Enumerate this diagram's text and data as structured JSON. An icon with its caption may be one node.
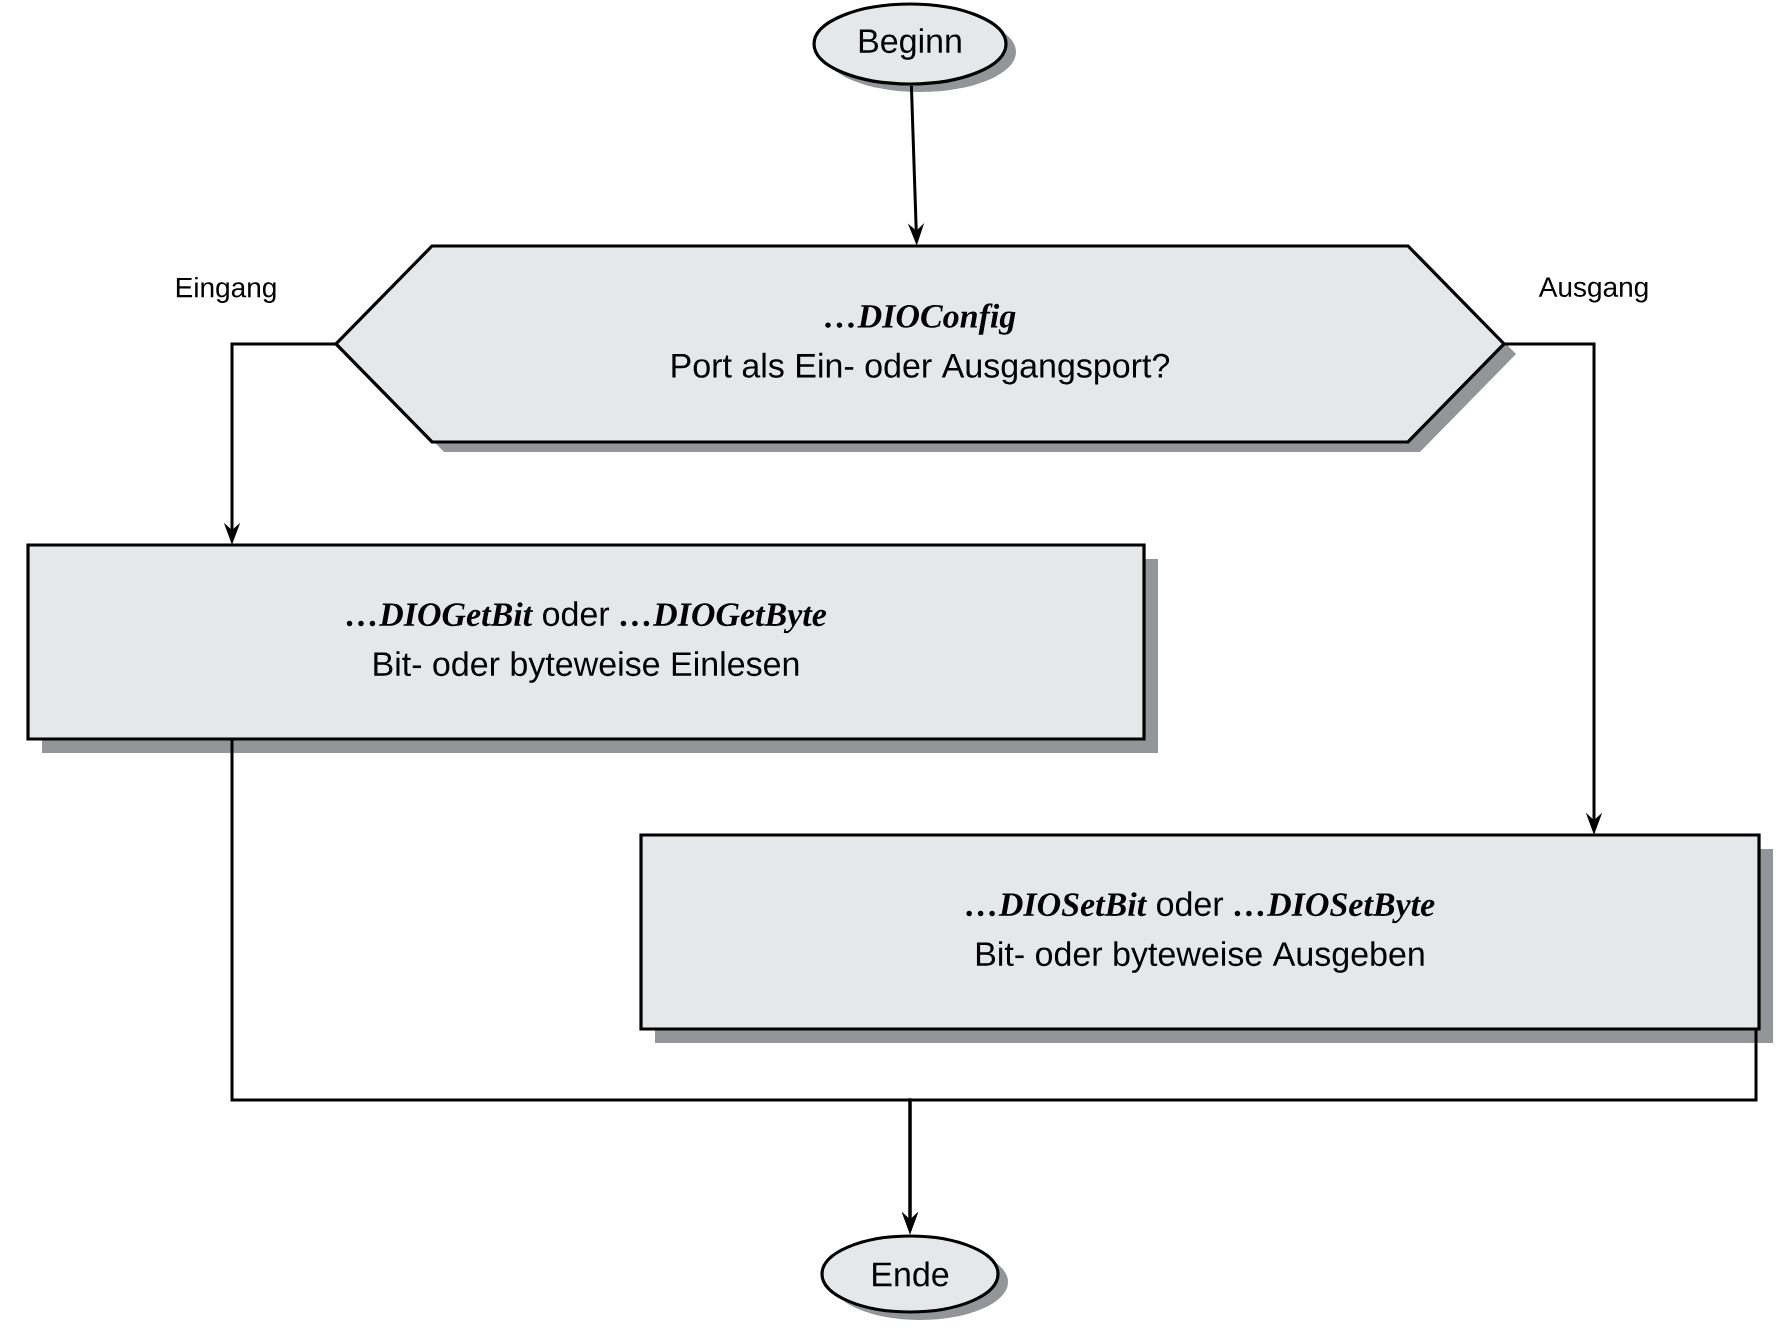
{
  "diagram": {
    "nodes": [
      {
        "text": [
          "Beginn"
        ]
      },
      {
        "text": [
          "…DIOConfig",
          "Port als Ein- oder Ausgangsport?"
        ]
      },
      {
        "text": [
          "**…DIOGetBit** oder **…DIOGetByte**",
          "Bit- oder byteweise Einlesen"
        ]
      },
      {
        "text": [
          "**…DIOSetBit** oder **…DIOSetByte**",
          "Bit- oder byteweise Ausgeben"
        ]
      },
      {
        "text": [
          "Ende"
        ]
      }
    ],
    "edges": [
      {
        "from": 0,
        "to": 1,
        "arrow": "to"
      },
      {
        "from": 1,
        "to": 2,
        "arrow": "to",
        "label": "Eingang"
      },
      {
        "from": 1,
        "to": 3,
        "arrow": "to",
        "label": "Ausgang"
      },
      {
        "from": 2,
        "to": 4,
        "arrow": "to"
      },
      {
        "from": 3,
        "to": 4,
        "arrow": "to"
      }
    ]
  }
}
